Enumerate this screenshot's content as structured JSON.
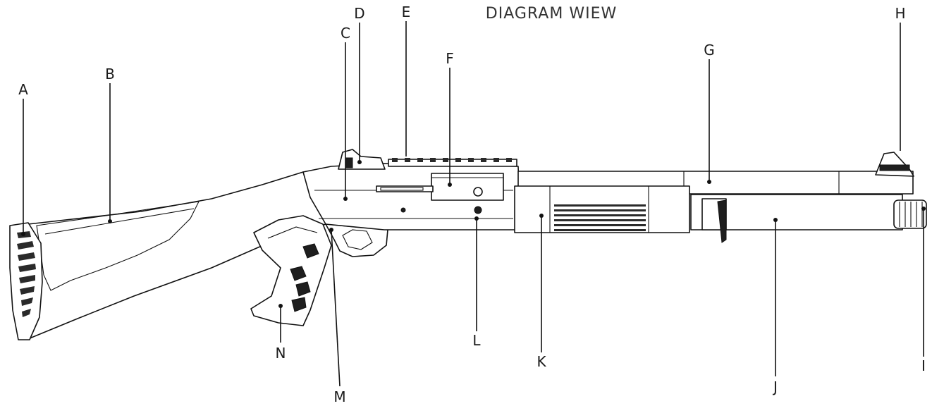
{
  "diagram": {
    "title": "DIAGRAM WIEW",
    "callouts": {
      "A": "A",
      "B": "B",
      "C": "C",
      "D": "D",
      "E": "E",
      "F": "F",
      "G": "G",
      "H": "H",
      "I": "I",
      "J": "J",
      "K": "K",
      "L": "L",
      "M": "M",
      "N": "N"
    }
  }
}
